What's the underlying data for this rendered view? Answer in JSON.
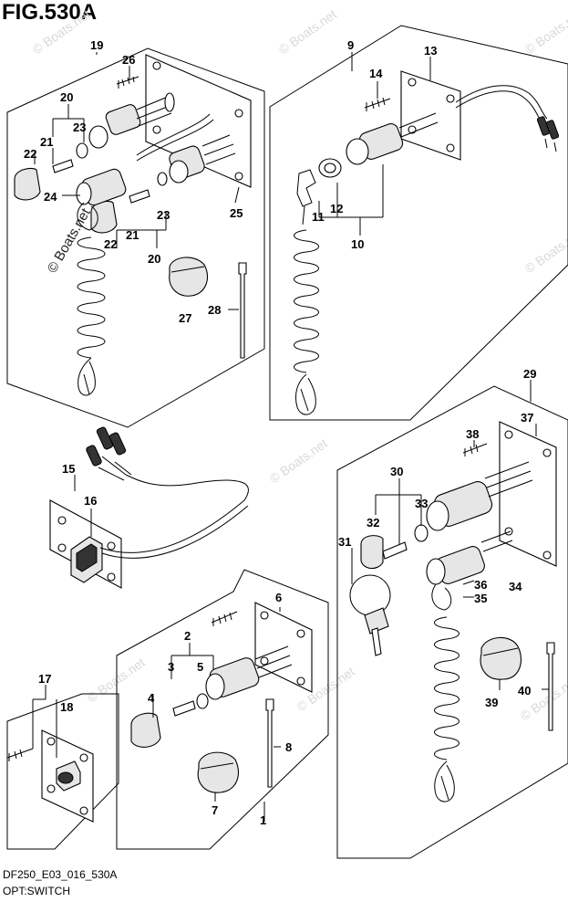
{
  "figure": {
    "title": "FIG.530A",
    "code": "DF250_E03_016_530A",
    "caption": "OPT:SWITCH"
  },
  "watermark": "© Boats.net",
  "callouts": [
    "1",
    "2",
    "3",
    "4",
    "5",
    "6",
    "7",
    "8",
    "9",
    "10",
    "11",
    "12",
    "13",
    "14",
    "15",
    "16",
    "17",
    "18",
    "19",
    "20",
    "21",
    "22",
    "23",
    "24",
    "25",
    "26",
    "27",
    "28",
    "29",
    "30",
    "31",
    "32",
    "33",
    "34",
    "35",
    "36",
    "37",
    "38",
    "39",
    "40"
  ],
  "colors": {
    "line": "#000000",
    "watermark": "#d9d9d9",
    "background": "#ffffff"
  }
}
